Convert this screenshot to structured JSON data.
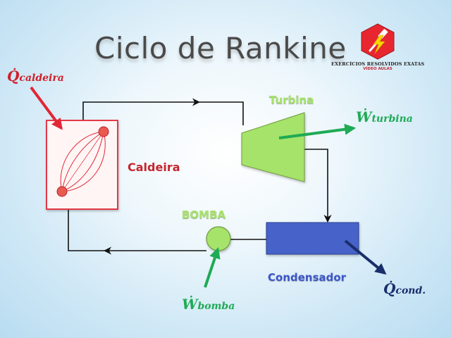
{
  "title": "Ciclo de Rankine",
  "logo": {
    "line1": "EXERCÍCIOS RESOLVIDOS EXATAS",
    "line2": "VÍDEO AULAS"
  },
  "components": {
    "caldeira": "Caldeira",
    "turbina": "Turbina",
    "bomba": "BOMBA",
    "condensador": "Condensador"
  },
  "energy_flows": {
    "q_caldeira": {
      "symbol": "Q̇",
      "subscript": "caldeira"
    },
    "w_turbina": {
      "symbol": "Ẇ",
      "subscript": "turbina"
    },
    "w_bomba": {
      "symbol": "Ẇ",
      "subscript": "bomba"
    },
    "q_cond": {
      "symbol": "Q̇",
      "subscript": "cond."
    }
  },
  "colors": {
    "caldeira": "#e32636",
    "turbina": "#a6e36a",
    "bomba": "#a6e36a",
    "condensador": "#4663c9",
    "flow_green": "#1faa55",
    "flow_red": "#e32636",
    "flow_navy": "#1a2e6b",
    "logo_red": "#e8262f"
  },
  "icons": {
    "logo": "hammer-lightning-logo-icon"
  }
}
